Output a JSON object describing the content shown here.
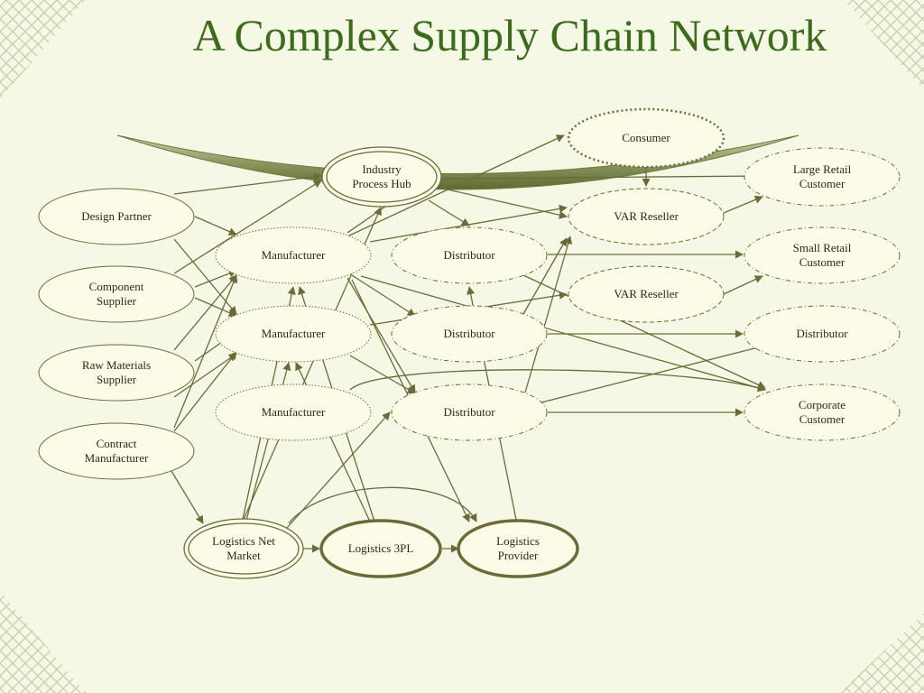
{
  "title": "A Complex Supply Chain Network",
  "colors": {
    "title": "#3d6b1d",
    "background": "#f6f8e6",
    "node_fill": "#fbfbe8",
    "line": "#6b6b3a",
    "arc": "#7d8a4a"
  },
  "nodes": {
    "consumer": "Consumer",
    "large_retail": "Large Retail\nCustomer",
    "industry_hub": "Industry\nProcess Hub",
    "var_reseller_1": "VAR Reseller",
    "design_partner": "Design Partner",
    "manufacturer_1": "Manufacturer",
    "distributor_1": "Distributor",
    "small_retail": "Small Retail\nCustomer",
    "component_supplier": "Component\nSupplier",
    "var_reseller_2": "VAR Reseller",
    "manufacturer_2": "Manufacturer",
    "distributor_2": "Distributor",
    "distributor_right": "Distributor",
    "raw_materials": "Raw Materials\nSupplier",
    "corporate_customer": "Corporate\nCustomer",
    "manufacturer_3": "Manufacturer",
    "distributor_3": "Distributor",
    "contract_manufacturer": "Contract\nManufacturer",
    "logistics_net_market": "Logistics Net\nMarket",
    "logistics_3pl": "Logistics 3PL",
    "logistics_provider": "Logistics\nProvider"
  }
}
